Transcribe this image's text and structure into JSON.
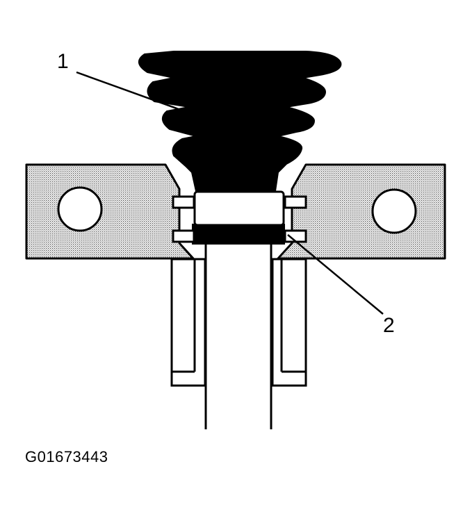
{
  "callouts": {
    "one": "1",
    "two": "2"
  },
  "figure_id": "G01673443",
  "colors": {
    "ink": "#000000",
    "paper": "#ffffff",
    "stipple": "#9a9a9a"
  }
}
